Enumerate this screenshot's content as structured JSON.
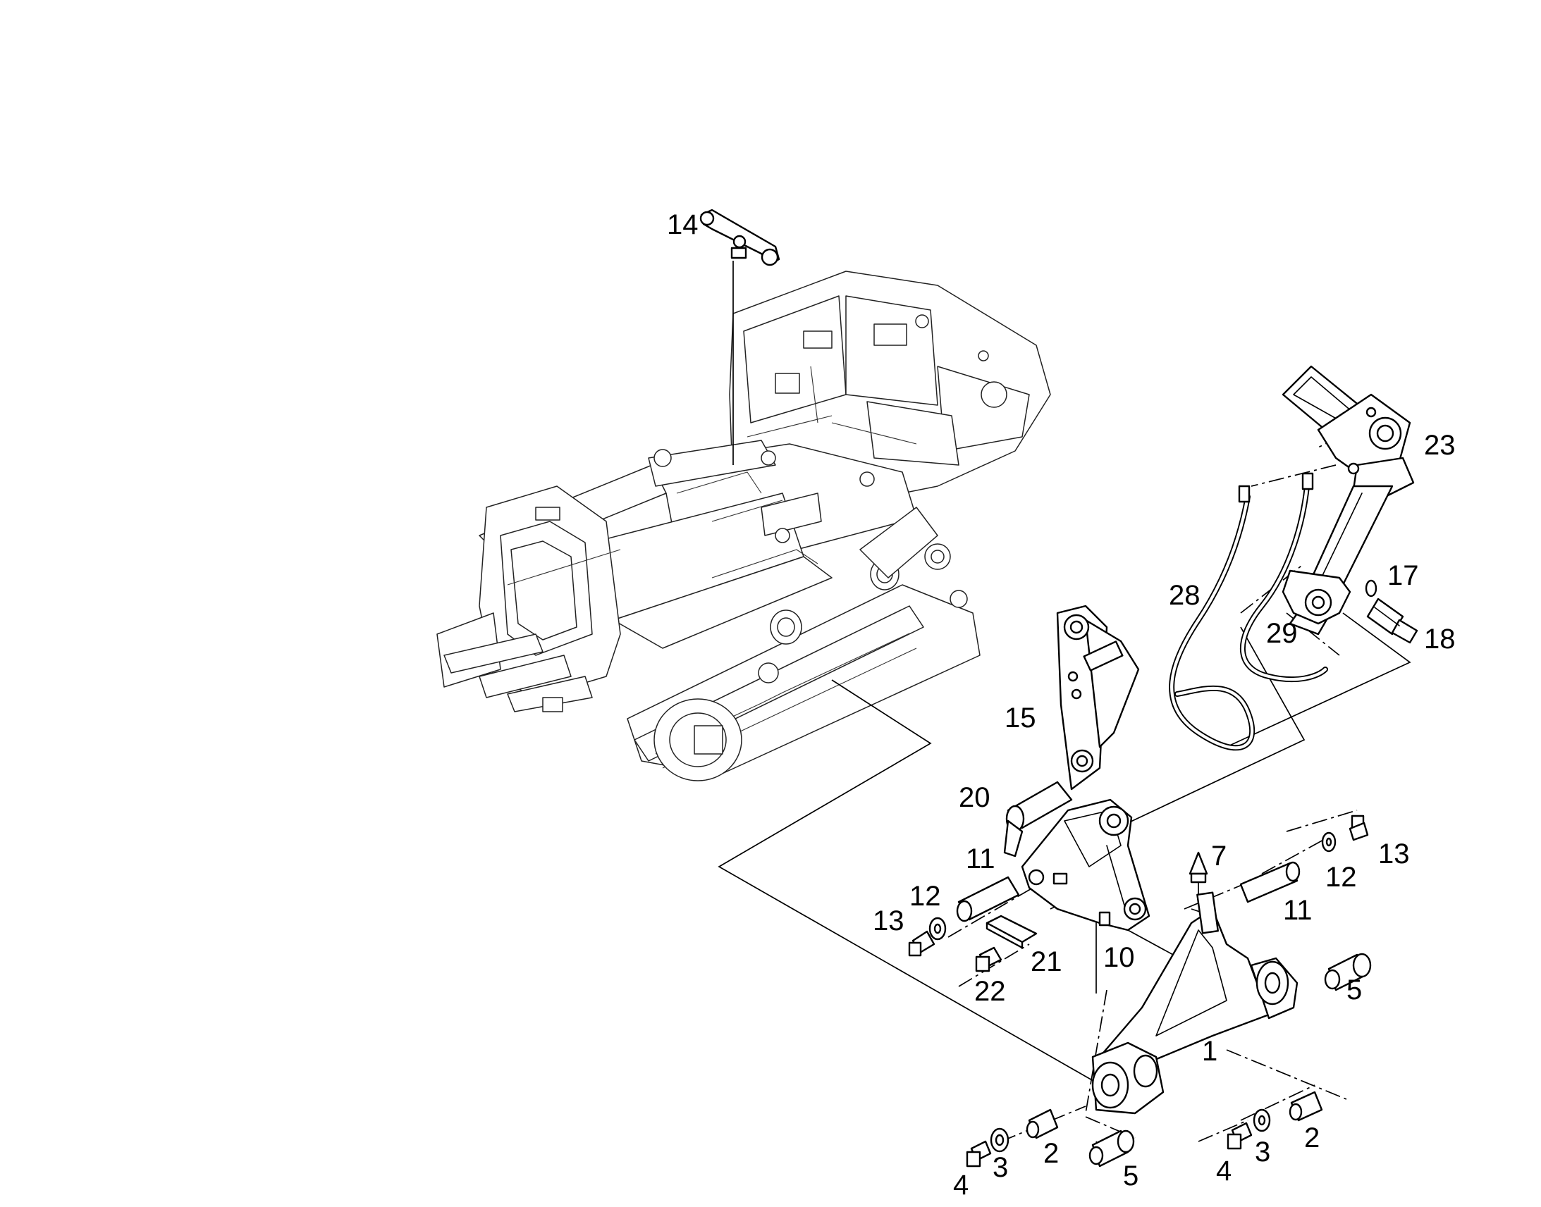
{
  "diagram": {
    "callouts": [
      {
        "id": "c14",
        "label": "14"
      },
      {
        "id": "c23",
        "label": "23"
      },
      {
        "id": "c17",
        "label": "17"
      },
      {
        "id": "c18",
        "label": "18"
      },
      {
        "id": "c28",
        "label": "28"
      },
      {
        "id": "c29",
        "label": "29"
      },
      {
        "id": "c15",
        "label": "15"
      },
      {
        "id": "c20",
        "label": "20"
      },
      {
        "id": "c7",
        "label": "7"
      },
      {
        "id": "c11a",
        "label": "11"
      },
      {
        "id": "c11b",
        "label": "11"
      },
      {
        "id": "c12a",
        "label": "12"
      },
      {
        "id": "c12b",
        "label": "12"
      },
      {
        "id": "c13a",
        "label": "13"
      },
      {
        "id": "c13b",
        "label": "13"
      },
      {
        "id": "c21",
        "label": "21"
      },
      {
        "id": "c22",
        "label": "22"
      },
      {
        "id": "c10",
        "label": "10"
      },
      {
        "id": "c5a",
        "label": "5"
      },
      {
        "id": "c5b",
        "label": "5"
      },
      {
        "id": "c1",
        "label": "1"
      },
      {
        "id": "c2a",
        "label": "2"
      },
      {
        "id": "c2b",
        "label": "2"
      },
      {
        "id": "c3a",
        "label": "3"
      },
      {
        "id": "c3b",
        "label": "3"
      },
      {
        "id": "c4a",
        "label": "4"
      },
      {
        "id": "c4b",
        "label": "4"
      }
    ]
  },
  "colors": {
    "line": "#000000",
    "background": "#ffffff"
  }
}
